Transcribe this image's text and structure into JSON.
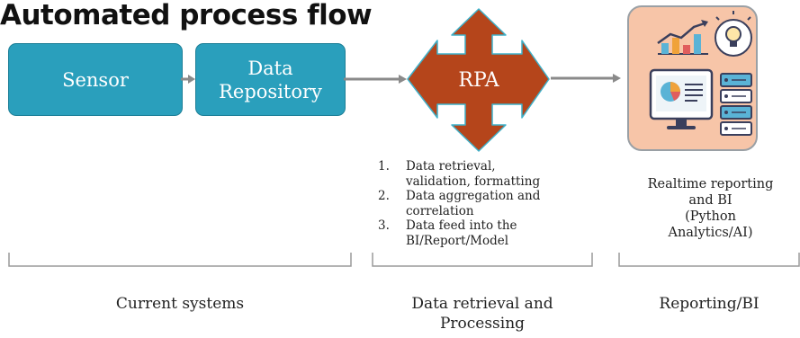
{
  "title": "Automated process flow",
  "nodes": {
    "sensor": "Sensor",
    "repository_line1": "Data",
    "repository_line2": "Repository",
    "rpa": "RPA"
  },
  "rpa_steps": [
    {
      "num": "1.",
      "lines": [
        "Data retrieval,",
        "validation, formatting"
      ]
    },
    {
      "num": "2.",
      "lines": [
        "Data aggregation and",
        "correlation"
      ]
    },
    {
      "num": "3.",
      "lines": [
        "Data feed into the",
        "BI/Report/Model"
      ]
    }
  ],
  "reporting_text": [
    "Realtime reporting",
    "and BI",
    "(Python",
    "Analytics/AI)"
  ],
  "captions": {
    "current": "Current systems",
    "processing_line1": "Data retrieval and",
    "processing_line2": "Processing",
    "reporting": "Reporting/BI"
  },
  "colors": {
    "box_fill": "#2a9fbc",
    "rpa_fill": "#b5451b",
    "rpa_border": "#3fb0c8",
    "icon_card_fill": "#f7c5a8",
    "arrow": "#8a8a8a"
  },
  "icons": [
    "growth-chart-icon",
    "lightbulb-icon",
    "monitor-dashboard-icon",
    "server-rack-icon"
  ]
}
